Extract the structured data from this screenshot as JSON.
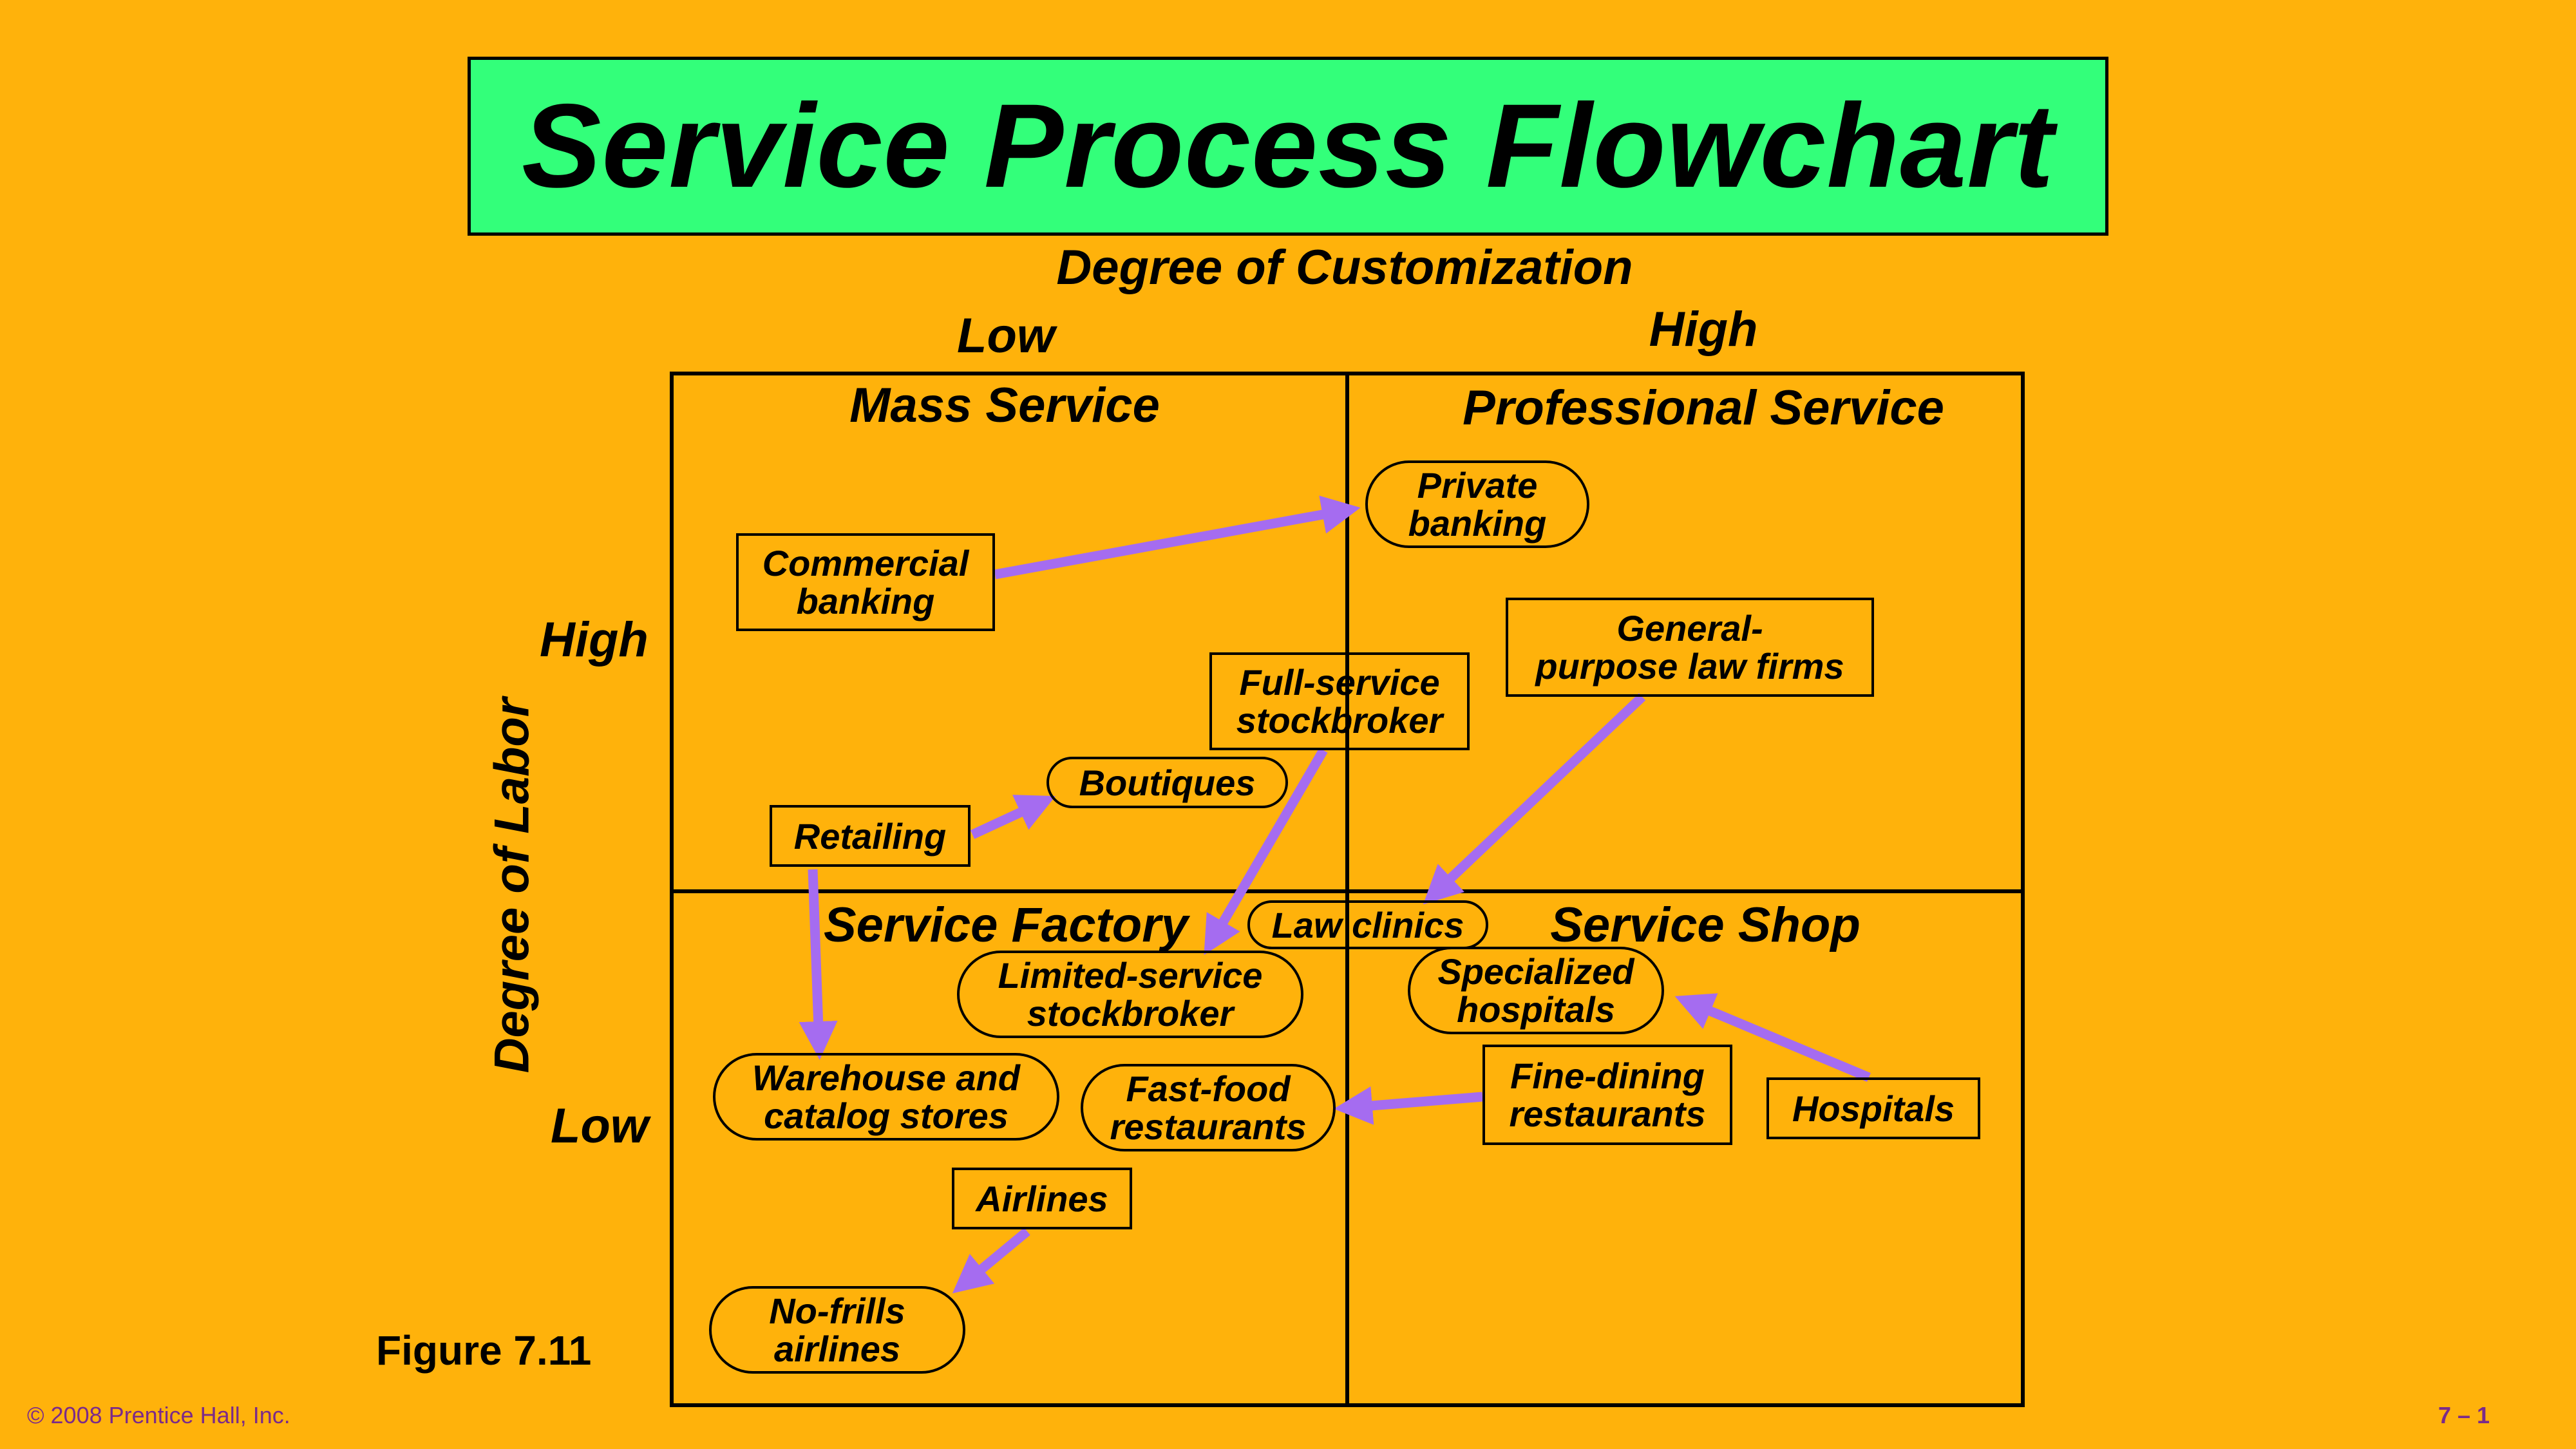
{
  "title": "Service Process Flowchart",
  "x_axis": {
    "title": "Degree of Customization",
    "low": "Low",
    "high": "High"
  },
  "y_axis": {
    "title": "Degree of Labor",
    "high": "High",
    "low": "Low"
  },
  "quadrants": {
    "top_left": "Mass Service",
    "top_right": "Professional Service",
    "bottom_left": "Service Factory",
    "bottom_right": "Service Shop"
  },
  "nodes": {
    "commercial_banking": "Commercial\nbanking",
    "private_banking": "Private\nbanking",
    "general_purpose_law_firms": "General-\npurpose law firms",
    "full_service_stockbroker": "Full-service\nstockbroker",
    "boutiques": "Boutiques",
    "retailing": "Retailing",
    "law_clinics": "Law  clinics",
    "limited_service_stockbroker": "Limited-service\nstockbroker",
    "specialized_hospitals": "Specialized\nhospitals",
    "warehouse_catalog_stores": "Warehouse and\ncatalog stores",
    "fast_food_restaurants": "Fast-food\nrestaurants",
    "fine_dining_restaurants": "Fine-dining\nrestaurants",
    "hospitals": "Hospitals",
    "airlines": "Airlines",
    "no_frills_airlines": "No-frills\nairlines"
  },
  "figure_label": "Figure 7.11",
  "copyright": "© 2008 Prentice Hall, Inc.",
  "slide_number": "7 – 1",
  "colors": {
    "background": "#FFB20B",
    "title_box": "#33FF7A",
    "arrow": "#A56CF0",
    "footer": "#7B2A8A"
  }
}
